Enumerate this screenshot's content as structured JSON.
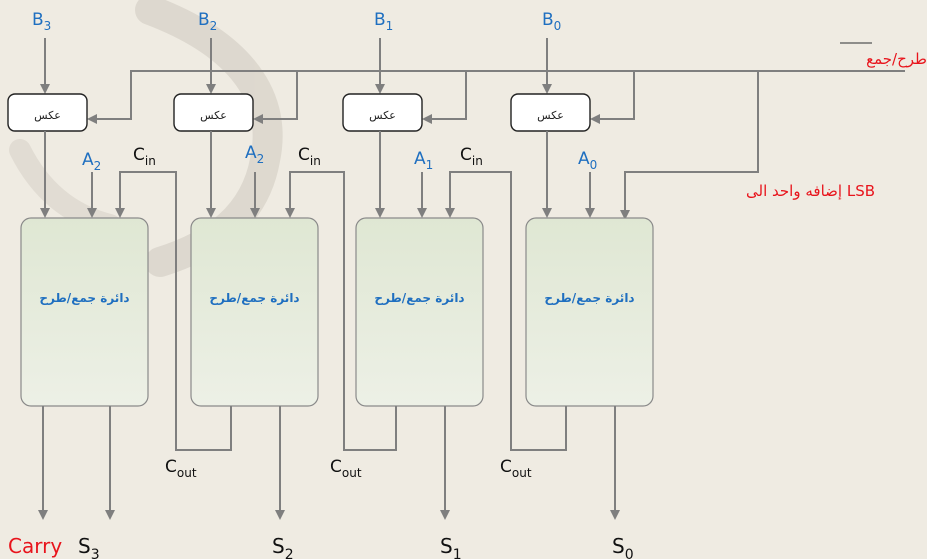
{
  "control": {
    "label": "طرح/جمع"
  },
  "add_one": {
    "label": "إضافه واحد الى LSB"
  },
  "carry": {
    "label": "Carry"
  },
  "bits": [
    {
      "b_base": "B",
      "b_sub": "3",
      "a_base": "A",
      "a_sub": "2",
      "s_base": "S",
      "s_sub": "3",
      "inverter": "عكس",
      "block": "دائرة جمع/طرح",
      "cin_base": "C",
      "cin_sub": "in",
      "cout_base": "C",
      "cout_sub": "out"
    },
    {
      "b_base": "B",
      "b_sub": "2",
      "a_base": "A",
      "a_sub": "2",
      "s_base": "S",
      "s_sub": "2",
      "inverter": "عكس",
      "block": "دائرة جمع/طرح",
      "cin_base": "C",
      "cin_sub": "in",
      "cout_base": "C",
      "cout_sub": "out"
    },
    {
      "b_base": "B",
      "b_sub": "1",
      "a_base": "A",
      "a_sub": "1",
      "s_base": "S",
      "s_sub": "1",
      "inverter": "عكس",
      "block": "دائرة جمع/طرح",
      "cin_base": "C",
      "cin_sub": "in",
      "cout_base": "C",
      "cout_sub": "out"
    },
    {
      "b_base": "B",
      "b_sub": "0",
      "a_base": "A",
      "a_sub": "0",
      "s_base": "S",
      "s_sub": "0",
      "inverter": "عكس",
      "block": "دائرة جمع/طرح",
      "cout_base": "C",
      "cout_sub": "out"
    }
  ],
  "colors": {
    "background": "#efebe2",
    "line": "#7f7f7f",
    "blue": "#1f6fc0",
    "red": "#e8141c",
    "block_fill": "#e6ecdc",
    "inverter_fill": "#ffffff"
  }
}
